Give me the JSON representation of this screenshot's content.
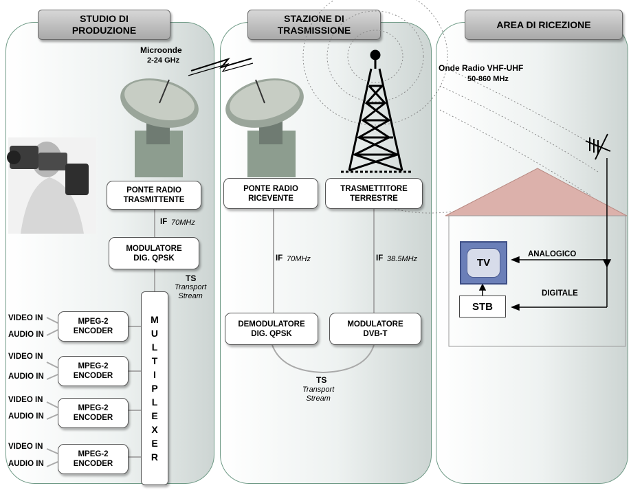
{
  "panels": {
    "studio": {
      "title": "STUDIO DI\nPRODUZIONE"
    },
    "station": {
      "title": "STAZIONE DI\nTRASMISSIONE"
    },
    "reception": {
      "title": "AREA DI RICEZIONE"
    }
  },
  "studio": {
    "microwave_label": "Microonde",
    "microwave_range": "2-24 GHz",
    "ponte_tx": "PONTE RADIO\nTRASMITTENTE",
    "if_label": "IF",
    "if_value": "70MHz",
    "modulator": "MODULATORE\nDIG. QPSK",
    "ts_label": "TS",
    "ts_desc": "Transport\nStream",
    "multiplexer": "M\nU\nL\nT\nI\nP\nL\nE\nX\nE\nR",
    "encoders": [
      {
        "video": "VIDEO IN",
        "audio": "AUDIO IN",
        "label": "MPEG-2\nENCODER"
      },
      {
        "video": "VIDEO IN",
        "audio": "AUDIO IN",
        "label": "MPEG-2\nENCODER"
      },
      {
        "video": "VIDEO IN",
        "audio": "AUDIO IN",
        "label": "MPEG-2\nENCODER"
      },
      {
        "video": "VIDEO IN",
        "audio": "AUDIO IN",
        "label": "MPEG-2\nENCODER"
      }
    ]
  },
  "station": {
    "ponte_rx": "PONTE RADIO\nRICEVENTE",
    "transmitter": "TRASMETTITORE\nTERRESTRE",
    "if_left_label": "IF",
    "if_left_value": "70MHz",
    "if_right_label": "IF",
    "if_right_value": "38.5MHz",
    "demodulator": "DEMODULATORE\nDIG. QPSK",
    "modulator": "MODULATORE\nDVB-T",
    "ts_label": "TS",
    "ts_desc": "Transport\nStream"
  },
  "reception": {
    "waves_label": "Onde Radio VHF-UHF",
    "waves_range": "50-860 MHz",
    "tv": "TV",
    "stb": "STB",
    "analog": "ANALOGICO",
    "digital": "DIGITALE"
  },
  "colors": {
    "panel_border": "#6f9a86",
    "header_fill": "#b8b8b8",
    "tv_frame": "#6b7fb8",
    "roof": "#d9a9a3"
  }
}
